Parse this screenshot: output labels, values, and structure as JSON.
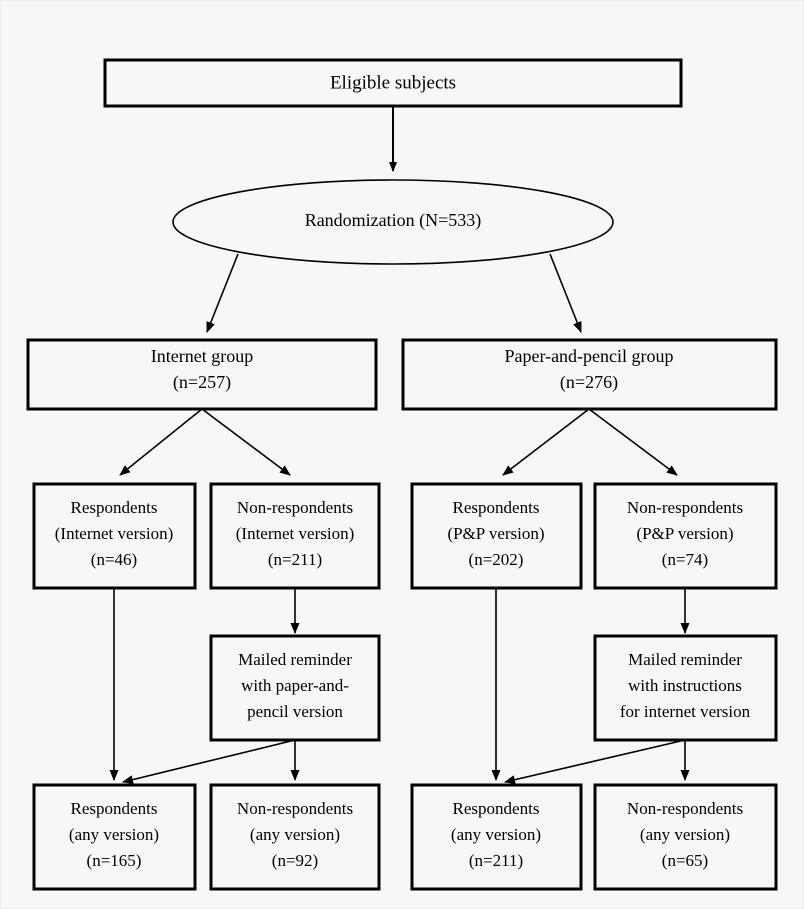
{
  "figure": {
    "type": "flowchart",
    "orientation": "top-down",
    "background_color": "#f7f7f7",
    "line_color": "#000000"
  },
  "nodes": {
    "eligible": {
      "shape": "rect",
      "lines": [
        "Eligible subjects"
      ]
    },
    "randomization": {
      "shape": "ellipse",
      "lines": [
        "Randomization (N=533)"
      ]
    },
    "internet_group": {
      "shape": "rect",
      "lines": [
        "Internet group",
        "(n=257)"
      ]
    },
    "pp_group": {
      "shape": "rect",
      "lines": [
        "Paper-and-pencil group",
        "(n=276)"
      ]
    },
    "resp_internet": {
      "shape": "rect",
      "lines": [
        "Respondents",
        "(Internet version)",
        "(n=46)"
      ]
    },
    "nonresp_internet": {
      "shape": "rect",
      "lines": [
        "Non-respondents",
        "(Internet version)",
        "(n=211)"
      ]
    },
    "resp_pp": {
      "shape": "rect",
      "lines": [
        "Respondents",
        "(P&P version)",
        "(n=202)"
      ]
    },
    "nonresp_pp": {
      "shape": "rect",
      "lines": [
        "Non-respondents",
        "(P&P version)",
        "(n=74)"
      ]
    },
    "reminder_pp": {
      "shape": "rect",
      "lines": [
        "Mailed reminder",
        "with paper-and-",
        "pencil version"
      ]
    },
    "reminder_internet": {
      "shape": "rect",
      "lines": [
        "Mailed reminder",
        "with instructions",
        "for internet version"
      ]
    },
    "final_resp_left": {
      "shape": "rect",
      "lines": [
        "Respondents",
        "(any version)",
        "(n=165)"
      ]
    },
    "final_nonresp_left": {
      "shape": "rect",
      "lines": [
        "Non-respondents",
        "(any version)",
        "(n=92)"
      ]
    },
    "final_resp_right": {
      "shape": "rect",
      "lines": [
        "Respondents",
        "(any version)",
        "(n=211)"
      ]
    },
    "final_nonresp_right": {
      "shape": "rect",
      "lines": [
        "Non-respondents",
        "(any version)",
        "(n=65)"
      ]
    }
  },
  "chart_data": {
    "type": "diagram",
    "title": "",
    "counts": {
      "randomized_total": 533,
      "internet_group": 257,
      "paper_and_pencil_group": 276,
      "respondents_internet_version": 46,
      "nonrespondents_internet_version": 211,
      "respondents_pp_version": 202,
      "nonrespondents_pp_version": 74,
      "final_respondents_internet_arm": 165,
      "final_nonrespondents_internet_arm": 92,
      "final_respondents_pp_arm": 211,
      "final_nonrespondents_pp_arm": 65
    },
    "edges": [
      {
        "from": "eligible",
        "to": "randomization"
      },
      {
        "from": "randomization",
        "to": "internet_group"
      },
      {
        "from": "randomization",
        "to": "pp_group"
      },
      {
        "from": "internet_group",
        "to": "resp_internet"
      },
      {
        "from": "internet_group",
        "to": "nonresp_internet"
      },
      {
        "from": "pp_group",
        "to": "resp_pp"
      },
      {
        "from": "pp_group",
        "to": "nonresp_pp"
      },
      {
        "from": "nonresp_internet",
        "to": "reminder_pp"
      },
      {
        "from": "nonresp_pp",
        "to": "reminder_internet"
      },
      {
        "from": "resp_internet",
        "to": "final_resp_left"
      },
      {
        "from": "reminder_pp",
        "to": "final_resp_left"
      },
      {
        "from": "reminder_pp",
        "to": "final_nonresp_left"
      },
      {
        "from": "resp_pp",
        "to": "final_resp_right"
      },
      {
        "from": "reminder_internet",
        "to": "final_resp_right"
      },
      {
        "from": "reminder_internet",
        "to": "final_nonresp_right"
      }
    ]
  }
}
